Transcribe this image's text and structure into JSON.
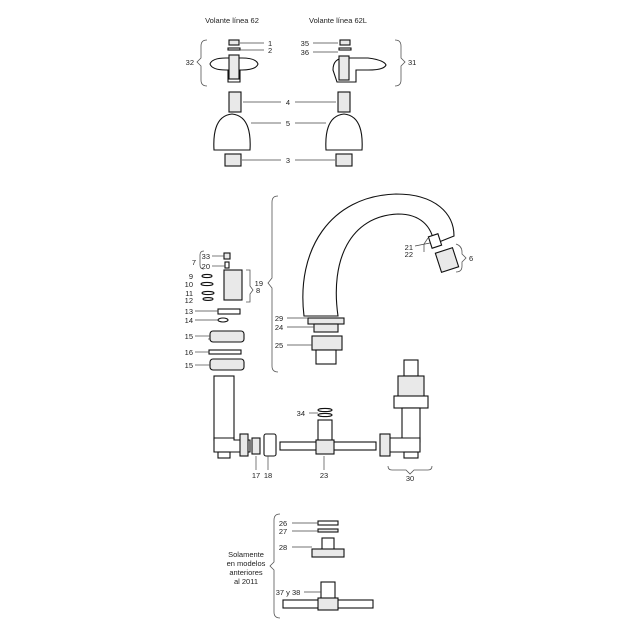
{
  "titles": {
    "left": "Volante línea 62",
    "right": "Volante línea 62L"
  },
  "note": [
    "Solamente",
    "en modelos",
    "anteriores",
    "al 2011"
  ],
  "callouts": {
    "c1": "1",
    "c2": "2",
    "c3": "3",
    "c4": "4",
    "c5": "5",
    "c6": "6",
    "c7": "7",
    "c8": "8",
    "c9": "9",
    "c10": "10",
    "c11": "11",
    "c12": "12",
    "c13": "13",
    "c14": "14",
    "c15a": "15",
    "c15b": "15",
    "c16": "16",
    "c17": "17",
    "c18": "18",
    "c19": "19",
    "c20": "20",
    "c21": "21",
    "c22": "22",
    "c23": "23",
    "c24": "24",
    "c25": "25",
    "c26": "26",
    "c27": "27",
    "c28": "28",
    "c29": "29",
    "c30": "30",
    "c31": "31",
    "c32": "32",
    "c33": "33",
    "c34": "34",
    "c35": "35",
    "c36": "36",
    "c3738": "37 y 38"
  }
}
